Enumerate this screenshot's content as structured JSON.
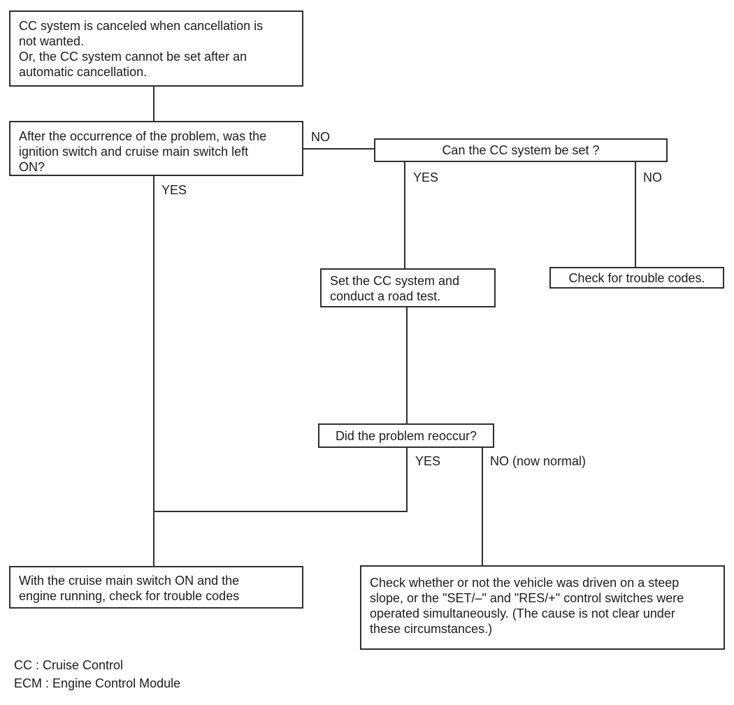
{
  "flowchart": {
    "boxes": {
      "symptom": "CC system is canceled when cancellation is\nnot wanted.\nOr, the CC system cannot be set after an\nautomatic cancellation.",
      "ignition_question": "After the occurrence of the problem, was the\nignition switch and cruise main switch left\nON?",
      "can_set_question": "Can the CC system be set ?",
      "road_test": "Set the CC system and\nconduct a road test.",
      "trouble_codes": "Check for trouble codes.",
      "reoccur_question": "Did the problem reoccur?",
      "check_codes": "With the cruise main switch ON and the\nengine running, check for trouble codes",
      "steep_slope": "Check whether or not the vehicle was driven on a steep\nslope, or the \"SET/–\" and \"RES/+\" control switches were\noperated simultaneously. (The cause is not clear under\nthese circumstances.)"
    },
    "labels": {
      "no_ignition": "NO",
      "yes_ignition": "YES",
      "yes_can_set": "YES",
      "no_can_set": "NO",
      "yes_reoccur": "YES",
      "no_reoccur": "NO (now normal)"
    },
    "legend": {
      "cc": "CC : Cruise Control",
      "ecm": "ECM : Engine Control Module"
    },
    "colors": {
      "line": "#2e2e2e",
      "text": "#1c1c1c",
      "background": "#ffffff"
    }
  }
}
